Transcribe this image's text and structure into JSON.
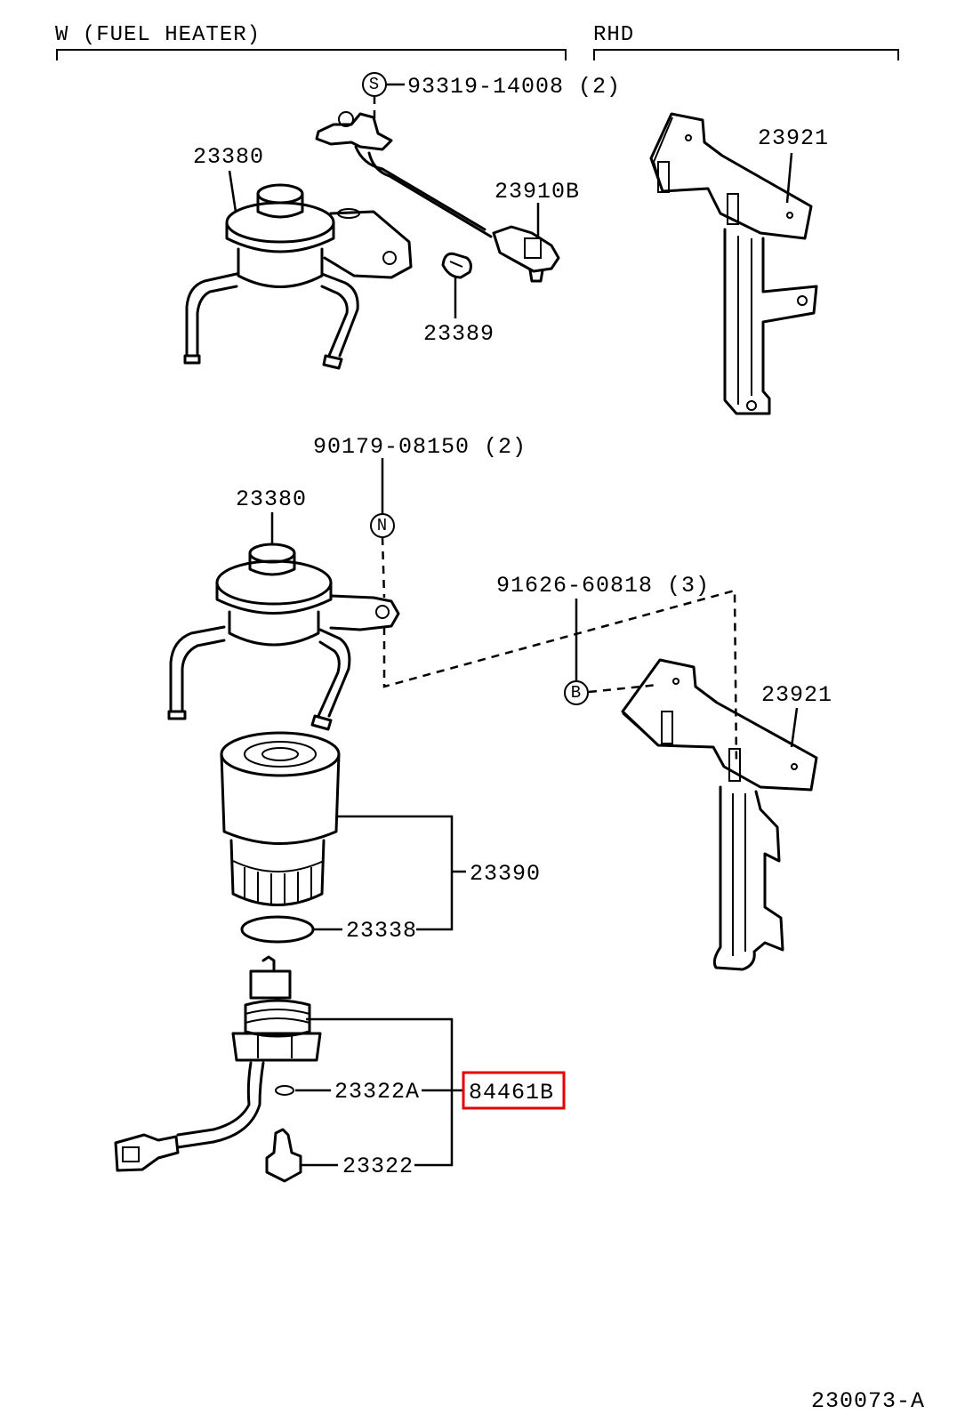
{
  "headers": {
    "left": "W (FUEL  HEATER)",
    "right": "RHD"
  },
  "top_section": {
    "screw_symbol": "S",
    "screw_part": "93319-14008 (2)",
    "fuel_heater_sensor": "23910B",
    "filter_head": "23380",
    "clamp": "23389",
    "bracket": "23921"
  },
  "bottom_section": {
    "bolt_part": "90179-08150 (2)",
    "nut_symbol": "N",
    "bolt_symbol": "B",
    "bolt2_part": "91626-60818 (3)",
    "filter_head": "23380",
    "bracket": "23921",
    "filter_element": "23390",
    "o_ring": "23338",
    "sensor_gasket": "23322A",
    "warning_switch": "23322",
    "highlighted_part": "84461B"
  },
  "figure_id": "230073-A"
}
